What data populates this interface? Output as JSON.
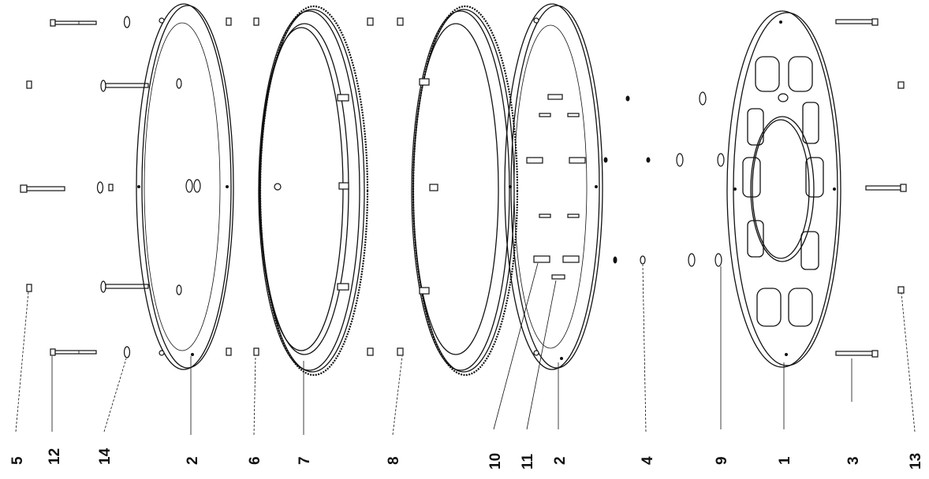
{
  "diagram": {
    "callouts": [
      {
        "id": "c5",
        "label": "5"
      },
      {
        "id": "c12",
        "label": "12"
      },
      {
        "id": "c14",
        "label": "14"
      },
      {
        "id": "c2a",
        "label": "2"
      },
      {
        "id": "c6",
        "label": "6"
      },
      {
        "id": "c7",
        "label": "7"
      },
      {
        "id": "c8",
        "label": "8"
      },
      {
        "id": "c10",
        "label": "10"
      },
      {
        "id": "c11",
        "label": "11"
      },
      {
        "id": "c2b",
        "label": "2"
      },
      {
        "id": "c4",
        "label": "4"
      },
      {
        "id": "c9",
        "label": "9"
      },
      {
        "id": "c1",
        "label": "1"
      },
      {
        "id": "c3",
        "label": "3"
      },
      {
        "id": "c13",
        "label": "13"
      }
    ]
  }
}
